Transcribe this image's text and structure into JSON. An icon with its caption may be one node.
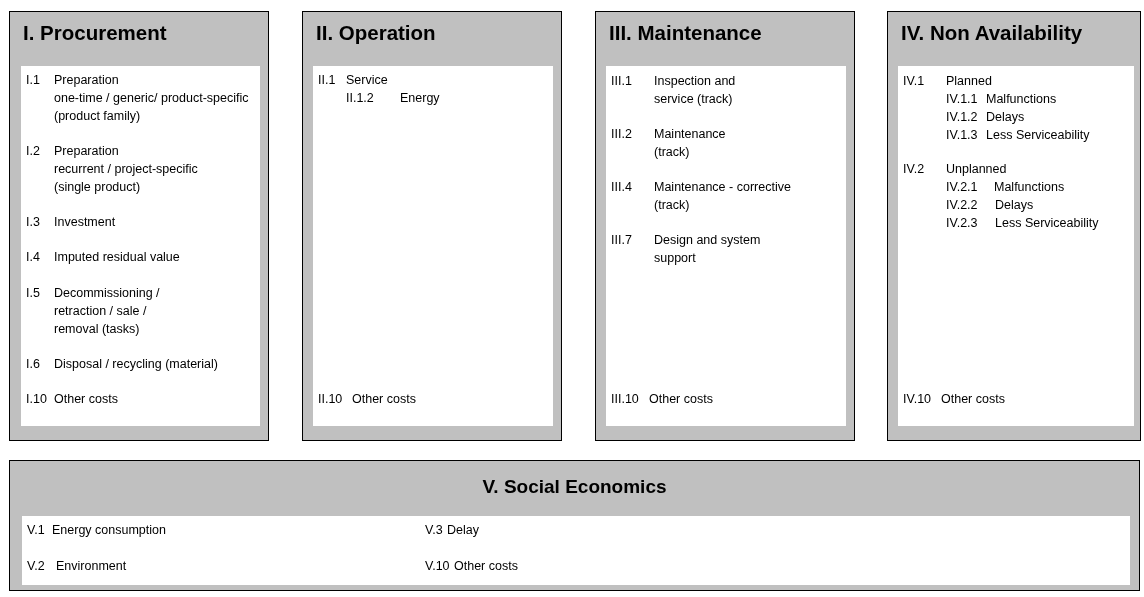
{
  "diagram": {
    "nodes": [
      {
        "text": [
          "I. Procurement"
        ]
      },
      {
        "text": [
          "I.1",
          "Preparation",
          "one-time / generic/ product-specific (product family)",
          "I.2",
          "Preparation",
          "recurrent / project-specific (single product)",
          "I.3",
          "Investment",
          "I.4",
          "Imputed residual value",
          "I.5",
          "Decommissioning / retraction / sale / removal (tasks)",
          "I.6",
          "Disposal / recycling (material)",
          "I.10",
          "Other costs"
        ],
        "in": 0
      },
      {
        "text": [
          "II. Operation"
        ]
      },
      {
        "text": [
          "II.1",
          "Service",
          "II.1.2",
          "Energy",
          "II.10",
          "Other costs"
        ],
        "in": 2
      },
      {
        "text": [
          "III. Maintenance"
        ]
      },
      {
        "text": [
          "III.1",
          "Inspection and service (track)",
          "III.2",
          "Maintenance (track)",
          "III.4",
          "Maintenance - corrective (track)",
          "III.7",
          "Design and system support",
          "III.10",
          "Other costs"
        ],
        "in": 4
      },
      {
        "text": [
          "IV. Non Availability"
        ]
      },
      {
        "text": [
          "IV.1",
          "Planned",
          "IV.1.1",
          "Malfunctions",
          "IV.1.2",
          "Delays",
          "IV.1.3",
          "Less Serviceability",
          "IV.2",
          "Unplanned",
          "IV.2.1",
          "Malfunctions",
          "IV.2.2",
          "Delays",
          "IV.2.3",
          "Less Serviceability",
          "IV.10",
          "Other costs"
        ],
        "in": 6
      },
      {
        "text": [
          "V. Social Economics"
        ]
      },
      {
        "text": [
          "V.1",
          "Energy consumption",
          "V.3",
          "Delay",
          "V.2",
          "Environment",
          "V.10",
          "Other costs"
        ],
        "in": 8
      }
    ]
  }
}
